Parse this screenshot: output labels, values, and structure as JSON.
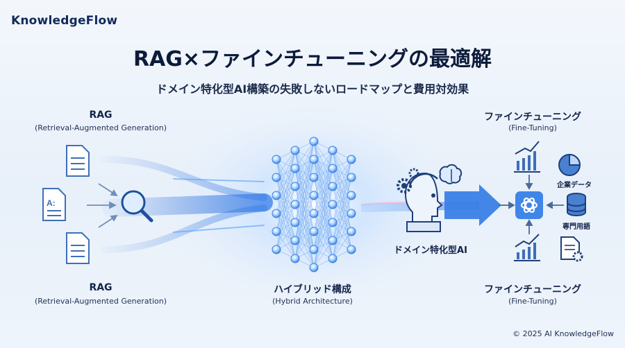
{
  "brand": "KnowledgeFlow",
  "title": "RAG×ファインチューニングの最適解",
  "subtitle": "ドメイン特化型AI構築の失敗しないロードマップと費用対効果",
  "rag_top": {
    "name": "RAG",
    "full": "(Retrieval-Augmented Generation)"
  },
  "rag_bottom": {
    "name": "RAG",
    "full": "(Retrieval-Augmented Generation)"
  },
  "ft_top": {
    "name": "ファインチューニング",
    "full": "(Fine-Tuning)"
  },
  "ft_bottom": {
    "name": "ファインチューニング",
    "full": "(Fine-Tuning)"
  },
  "hybrid": {
    "name": "ハイブリッド構成",
    "full": "(Hybrid Architecture)"
  },
  "domain_ai": "ドメイン特化型AI",
  "corp_data": "企業データ",
  "terms": "専門用語",
  "doc_glyph": "A:",
  "footer": "© 2025 AI KnowledgeFlow",
  "colors": {
    "accent": "#2f6fd6",
    "light_accent": "#8fc0ff",
    "dark": "#0c1b3a"
  },
  "icons": [
    "document-icon",
    "magnifier-icon",
    "neural-network-icon",
    "robot-head-icon",
    "gear-icon",
    "brain-icon",
    "bar-chart-icon",
    "pie-chart-icon",
    "database-icon",
    "openai-logo-icon",
    "settings-document-icon"
  ]
}
